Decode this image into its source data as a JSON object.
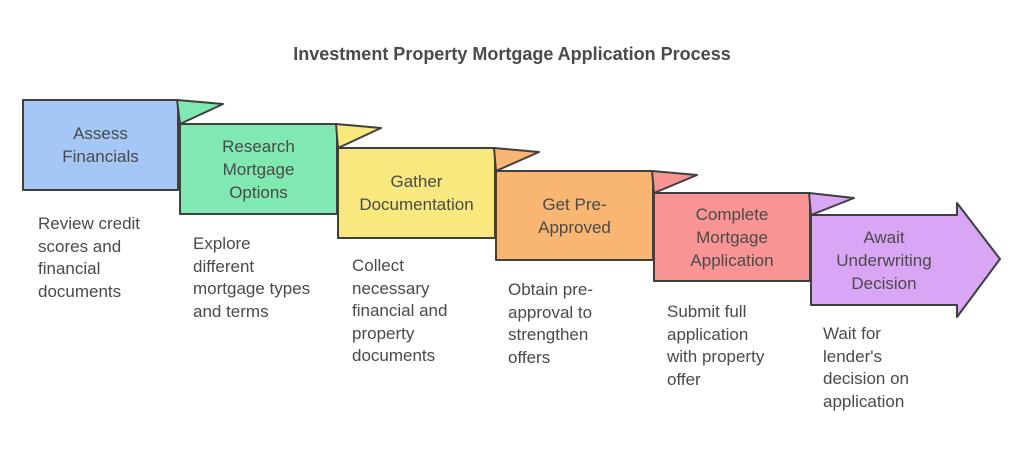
{
  "title": "Investment Property Mortgage Application Process",
  "theme": {
    "background": "#ffffff",
    "border_color": "#3f3f3f",
    "text_color": "#4a4a4a"
  },
  "steps": [
    {
      "label": "Assess\nFinancials",
      "description": "Review credit\nscores and\nfinancial\ndocuments",
      "color": "#a5c7f5"
    },
    {
      "label": "Research\nMortgage\nOptions",
      "description": "Explore\ndifferent\nmortgage types\nand terms",
      "color": "#80e9b2"
    },
    {
      "label": "Gather\nDocumentation",
      "description": "Collect\nnecessary\nfinancial and\nproperty\ndocuments",
      "color": "#f9e87d"
    },
    {
      "label": "Get Pre-\nApproved",
      "description": "Obtain pre-\napproval to\nstrengthen\noffers",
      "color": "#f8b672"
    },
    {
      "label": "Complete\nMortgage\nApplication",
      "description": "Submit full\napplication\nwith property\noffer",
      "color": "#f99494"
    },
    {
      "label": "Await\nUnderwriting\nDecision",
      "description": "Wait for\nlender's\ndecision on\napplication",
      "color": "#d9a5f5"
    }
  ]
}
